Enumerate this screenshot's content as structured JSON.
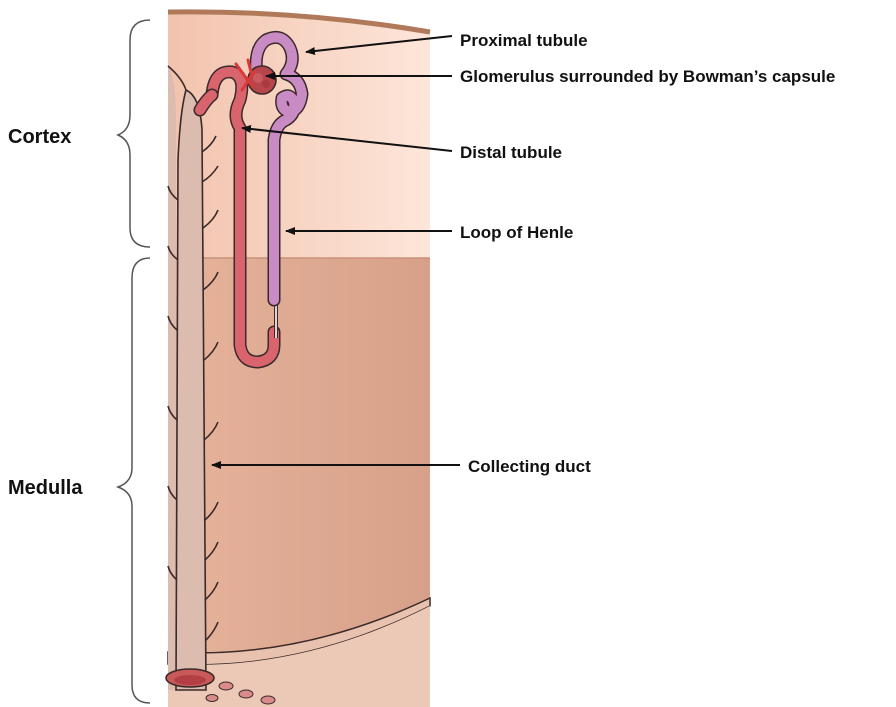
{
  "regions": {
    "cortex": "Cortex",
    "medulla": "Medulla"
  },
  "labels": {
    "proximal_tubule": "Proximal tubule",
    "glomerulus": "Glomerulus surrounded by Bowman’s capsule",
    "distal_tubule": "Distal tubule",
    "loop_of_henle": "Loop of Henle",
    "collecting_duct": "Collecting duct"
  },
  "colors": {
    "cortex_fill": "#f9d6c6",
    "medulla_fill": "#d9a48c",
    "capsule_edge": "#b07a5a",
    "collecting_duct": "#dcbcae",
    "distal_tubule": "#d9646e",
    "proximal_tubule": "#c98bc4",
    "glomerulus": "#b8454c",
    "blood_vessel": "#d83a3a",
    "arrow": "#111111"
  }
}
